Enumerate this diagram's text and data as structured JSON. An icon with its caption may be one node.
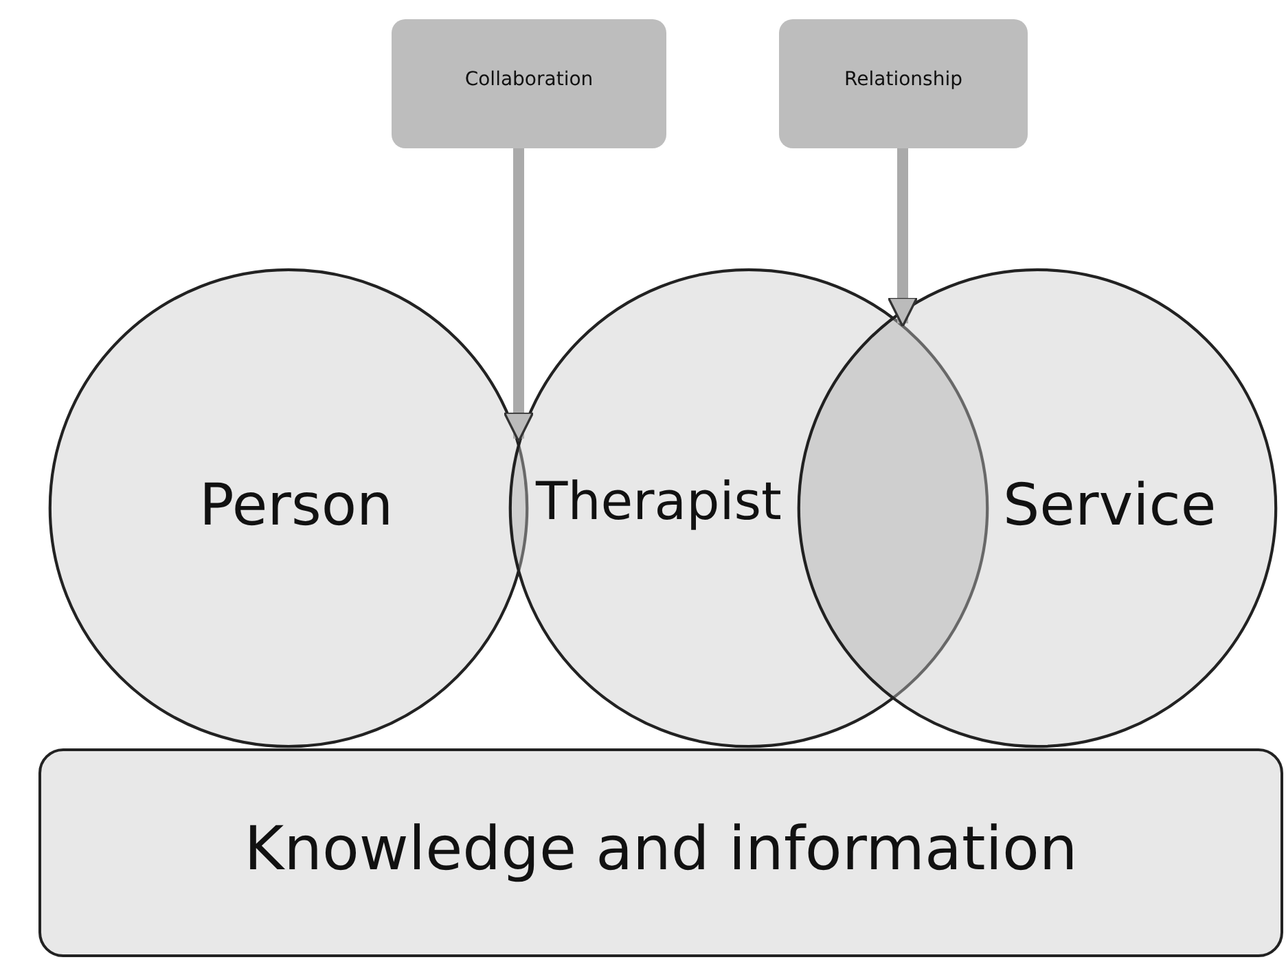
{
  "diagram": {
    "nodes": [
      {
        "text": [
          "Collaboration"
        ]
      },
      {
        "text": [
          "Relationship"
        ]
      },
      {
        "text": [
          "Person"
        ]
      },
      {
        "text": [
          "Therapist"
        ]
      },
      {
        "text": [
          "Service"
        ]
      },
      {
        "text": [
          "Knowledge and information"
        ]
      },
      {
        "text": [],
        "shape": "lens"
      },
      {
        "text": [],
        "shape": "lens"
      }
    ],
    "edges": [
      {
        "from": 0,
        "to": 6,
        "arrow": "to"
      },
      {
        "from": 1,
        "to": 7,
        "arrow": "to"
      }
    ]
  }
}
